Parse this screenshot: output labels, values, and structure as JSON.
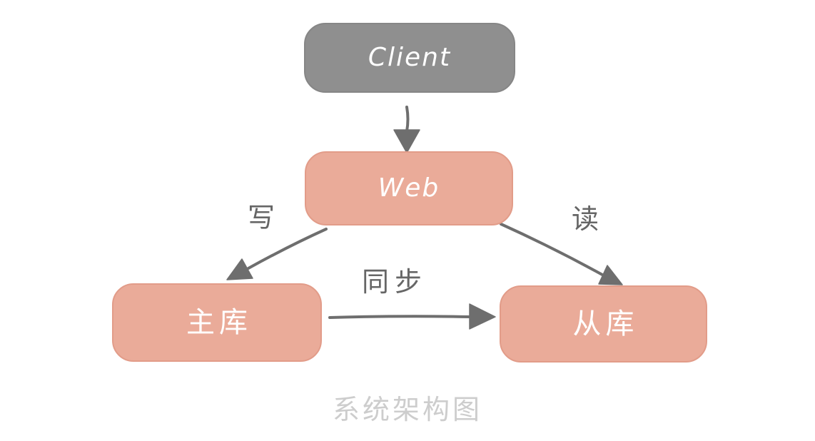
{
  "diagram": {
    "title": "系统架构图",
    "nodes": [
      {
        "id": "client",
        "label": "Client",
        "fill": "#8f8f8f"
      },
      {
        "id": "web",
        "label": "Web",
        "fill": "#eaab99"
      },
      {
        "id": "master-db",
        "label": "主库",
        "fill": "#eaab99"
      },
      {
        "id": "slave-db",
        "label": "从库",
        "fill": "#eaab99"
      }
    ],
    "edges": [
      {
        "from": "client",
        "to": "web",
        "label": ""
      },
      {
        "from": "web",
        "to": "master-db",
        "label": "写"
      },
      {
        "from": "web",
        "to": "slave-db",
        "label": "读"
      },
      {
        "from": "master-db",
        "to": "slave-db",
        "label": "同步"
      }
    ],
    "colors": {
      "client_fill": "#8f8f8f",
      "service_fill": "#eaab99",
      "arrow": "#6e6e6e",
      "edge_label_text": "#666666",
      "node_text": "#ffffff",
      "title_text": "#cdcdcd",
      "background": "#ffffff"
    }
  }
}
